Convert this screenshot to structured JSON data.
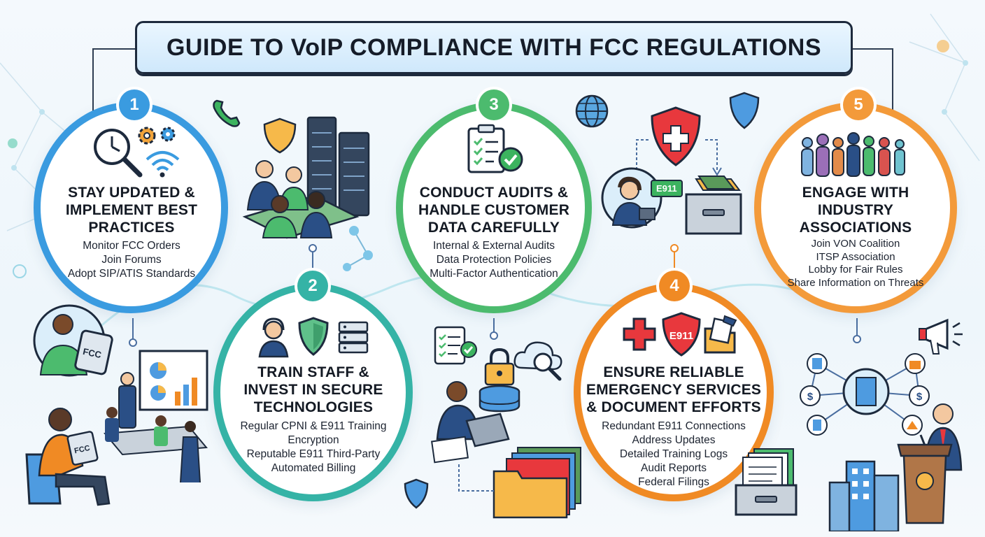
{
  "title": "GUIDE TO VoIP COMPLIANCE WITH FCC REGULATIONS",
  "colors": {
    "step1": "#3a9be0",
    "step2": "#35b3a6",
    "step3": "#4cbb6e",
    "step4": "#f08a24",
    "step5": "#f39a3a",
    "navy": "#1d2a3d"
  },
  "steps": [
    {
      "number": "1",
      "title_lines": [
        "STAY UPDATED &",
        "IMPLEMENT BEST",
        "PRACTICES"
      ],
      "items": [
        "Monitor FCC Orders",
        "Join Forums",
        "Adopt SIP/ATIS Standards"
      ],
      "icons": [
        "clock-magnifier-icon",
        "gears-icon",
        "wifi-icon"
      ]
    },
    {
      "number": "2",
      "title_lines": [
        "TRAIN STAFF &",
        "INVEST IN SECURE",
        "TECHNOLOGIES"
      ],
      "items": [
        "Regular CPNI & E911 Training",
        "Encryption",
        "Reputable E911 Third-Party",
        "Automated Billing"
      ],
      "icons": [
        "agent-headset-icon",
        "shield-icon",
        "server-rack-icon"
      ]
    },
    {
      "number": "3",
      "title_lines": [
        "CONDUCT AUDITS &",
        "HANDLE CUSTOMER",
        "DATA CAREFULLY"
      ],
      "items": [
        "Internal & External Audits",
        "Data Protection Policies",
        "Multi-Factor Authentication"
      ],
      "icons": [
        "clipboard-checklist-icon"
      ]
    },
    {
      "number": "4",
      "title_lines": [
        "ENSURE RELIABLE",
        "EMERGENCY SERVICES",
        "& DOCUMENT EFFORTS"
      ],
      "items": [
        "Redundant E911 Connections",
        "Address Updates",
        "Detailed Training Logs",
        "Audit Reports",
        "Federal Filings"
      ],
      "icons": [
        "medical-cross-icon",
        "e911-shield-icon",
        "document-hand-icon"
      ]
    },
    {
      "number": "5",
      "title_lines": [
        "ENGAGE WITH",
        "INDUSTRY",
        "ASSOCIATIONS"
      ],
      "items": [
        "Join VON Coalition",
        "ITSP Association",
        "Lobby for Fair Rules",
        "Share Information on Threats"
      ],
      "icons": [
        "people-group-icon"
      ]
    }
  ],
  "illustrations": {
    "fcc_tablet_top": "FCC",
    "fcc_tablet_bottom": "FCC",
    "e911_badge_shield": "E911",
    "e911_badge_agent": "E911"
  }
}
